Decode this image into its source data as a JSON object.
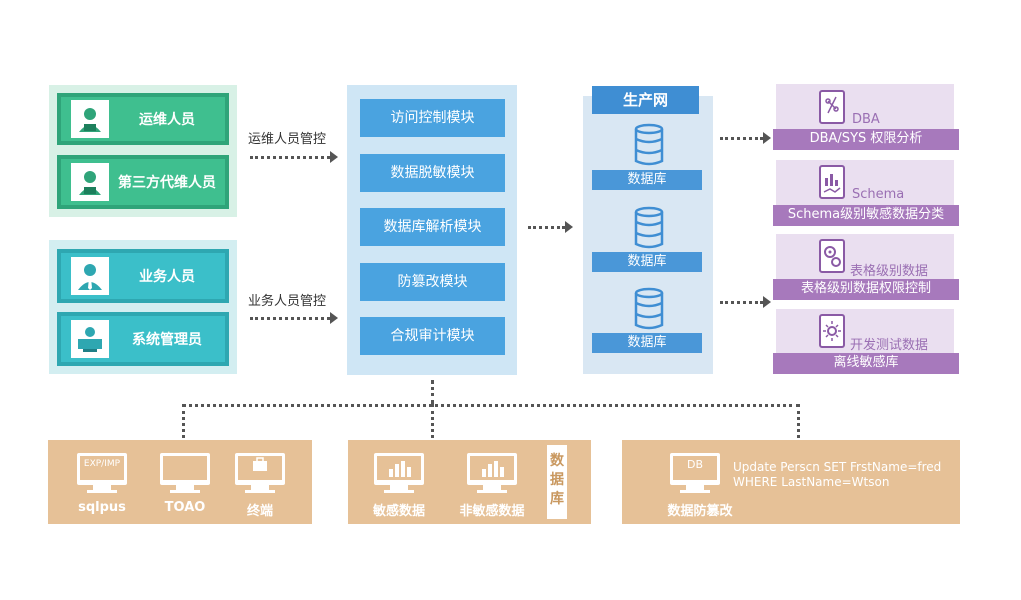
{
  "left_top": {
    "cards": [
      {
        "label": "运维人员",
        "icon": "user-icon"
      },
      {
        "label": "第三方代维人员",
        "icon": "user-icon"
      }
    ],
    "arrow_label": "运维人员管控"
  },
  "left_bottom": {
    "cards": [
      {
        "label": "业务人员",
        "icon": "businessman-icon"
      },
      {
        "label": "系统管理员",
        "icon": "admin-icon"
      }
    ],
    "arrow_label": "业务人员管控"
  },
  "modules": [
    "访问控制模块",
    "数据脱敏模块",
    "数据库解析模块",
    "防篡改模块",
    "合规审计模块"
  ],
  "production": {
    "title": "生产网",
    "dbs": [
      "数据库",
      "数据库",
      "数据库"
    ]
  },
  "right_cards": [
    {
      "sub": "DBA",
      "bar": "DBA/SYS 权限分析",
      "icon": "tablet-icon"
    },
    {
      "sub": "Schema",
      "bar": "Schema级别敏感数据分类",
      "icon": "tablet-chart-icon"
    },
    {
      "sub": "表格级别数据",
      "bar": "表格级别数据权限控制",
      "icon": "tablet-gear-icon"
    },
    {
      "sub": "开发测试数据",
      "bar": "离线敏感库",
      "icon": "tablet-sun-icon"
    }
  ],
  "bottom": {
    "box1": {
      "monitors": [
        {
          "screen": "EXP/IMP",
          "label": "sqlpus"
        },
        {
          "screen": "",
          "label": "TOAO"
        },
        {
          "screen": "",
          "label": "终端"
        }
      ]
    },
    "box2": {
      "monitors": [
        {
          "label": "敏感数据"
        },
        {
          "label": "非敏感数据"
        }
      ],
      "tag": "数据库"
    },
    "box3": {
      "screen": "DB",
      "label": "数据防篡改",
      "sql_line1": "Update Perscn SET FrstName=fred",
      "sql_line2": "WHERE LastName=Wtson"
    }
  }
}
